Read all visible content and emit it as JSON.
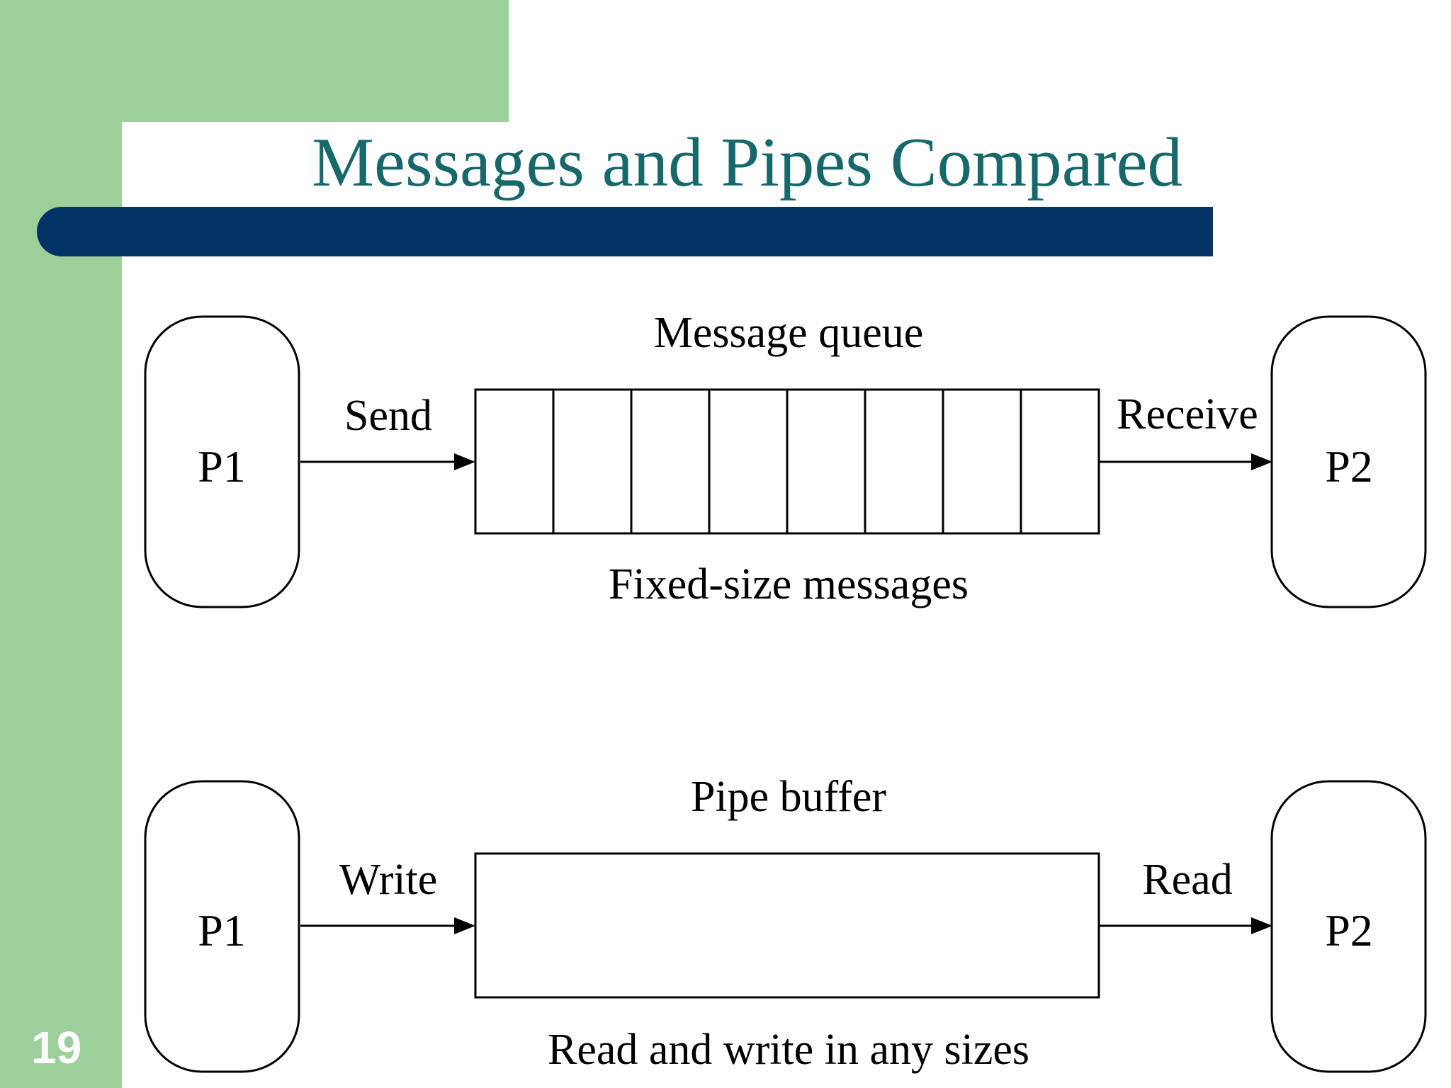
{
  "slide": {
    "title": "Messages and Pipes Compared",
    "page_number": "19"
  },
  "colors": {
    "green": "#9ccf9a",
    "title_teal": "#17686a",
    "bar_navy": "#033264"
  },
  "message_diagram": {
    "left_process": "P1",
    "right_process": "P2",
    "send_label": "Send",
    "receive_label": "Receive",
    "queue_title": "Message queue",
    "queue_caption": "Fixed-size messages",
    "slot_count": 8
  },
  "pipe_diagram": {
    "left_process": "P1",
    "right_process": "P2",
    "write_label": "Write",
    "read_label": "Read",
    "buffer_title": "Pipe buffer",
    "buffer_caption": "Read and write in any sizes"
  }
}
